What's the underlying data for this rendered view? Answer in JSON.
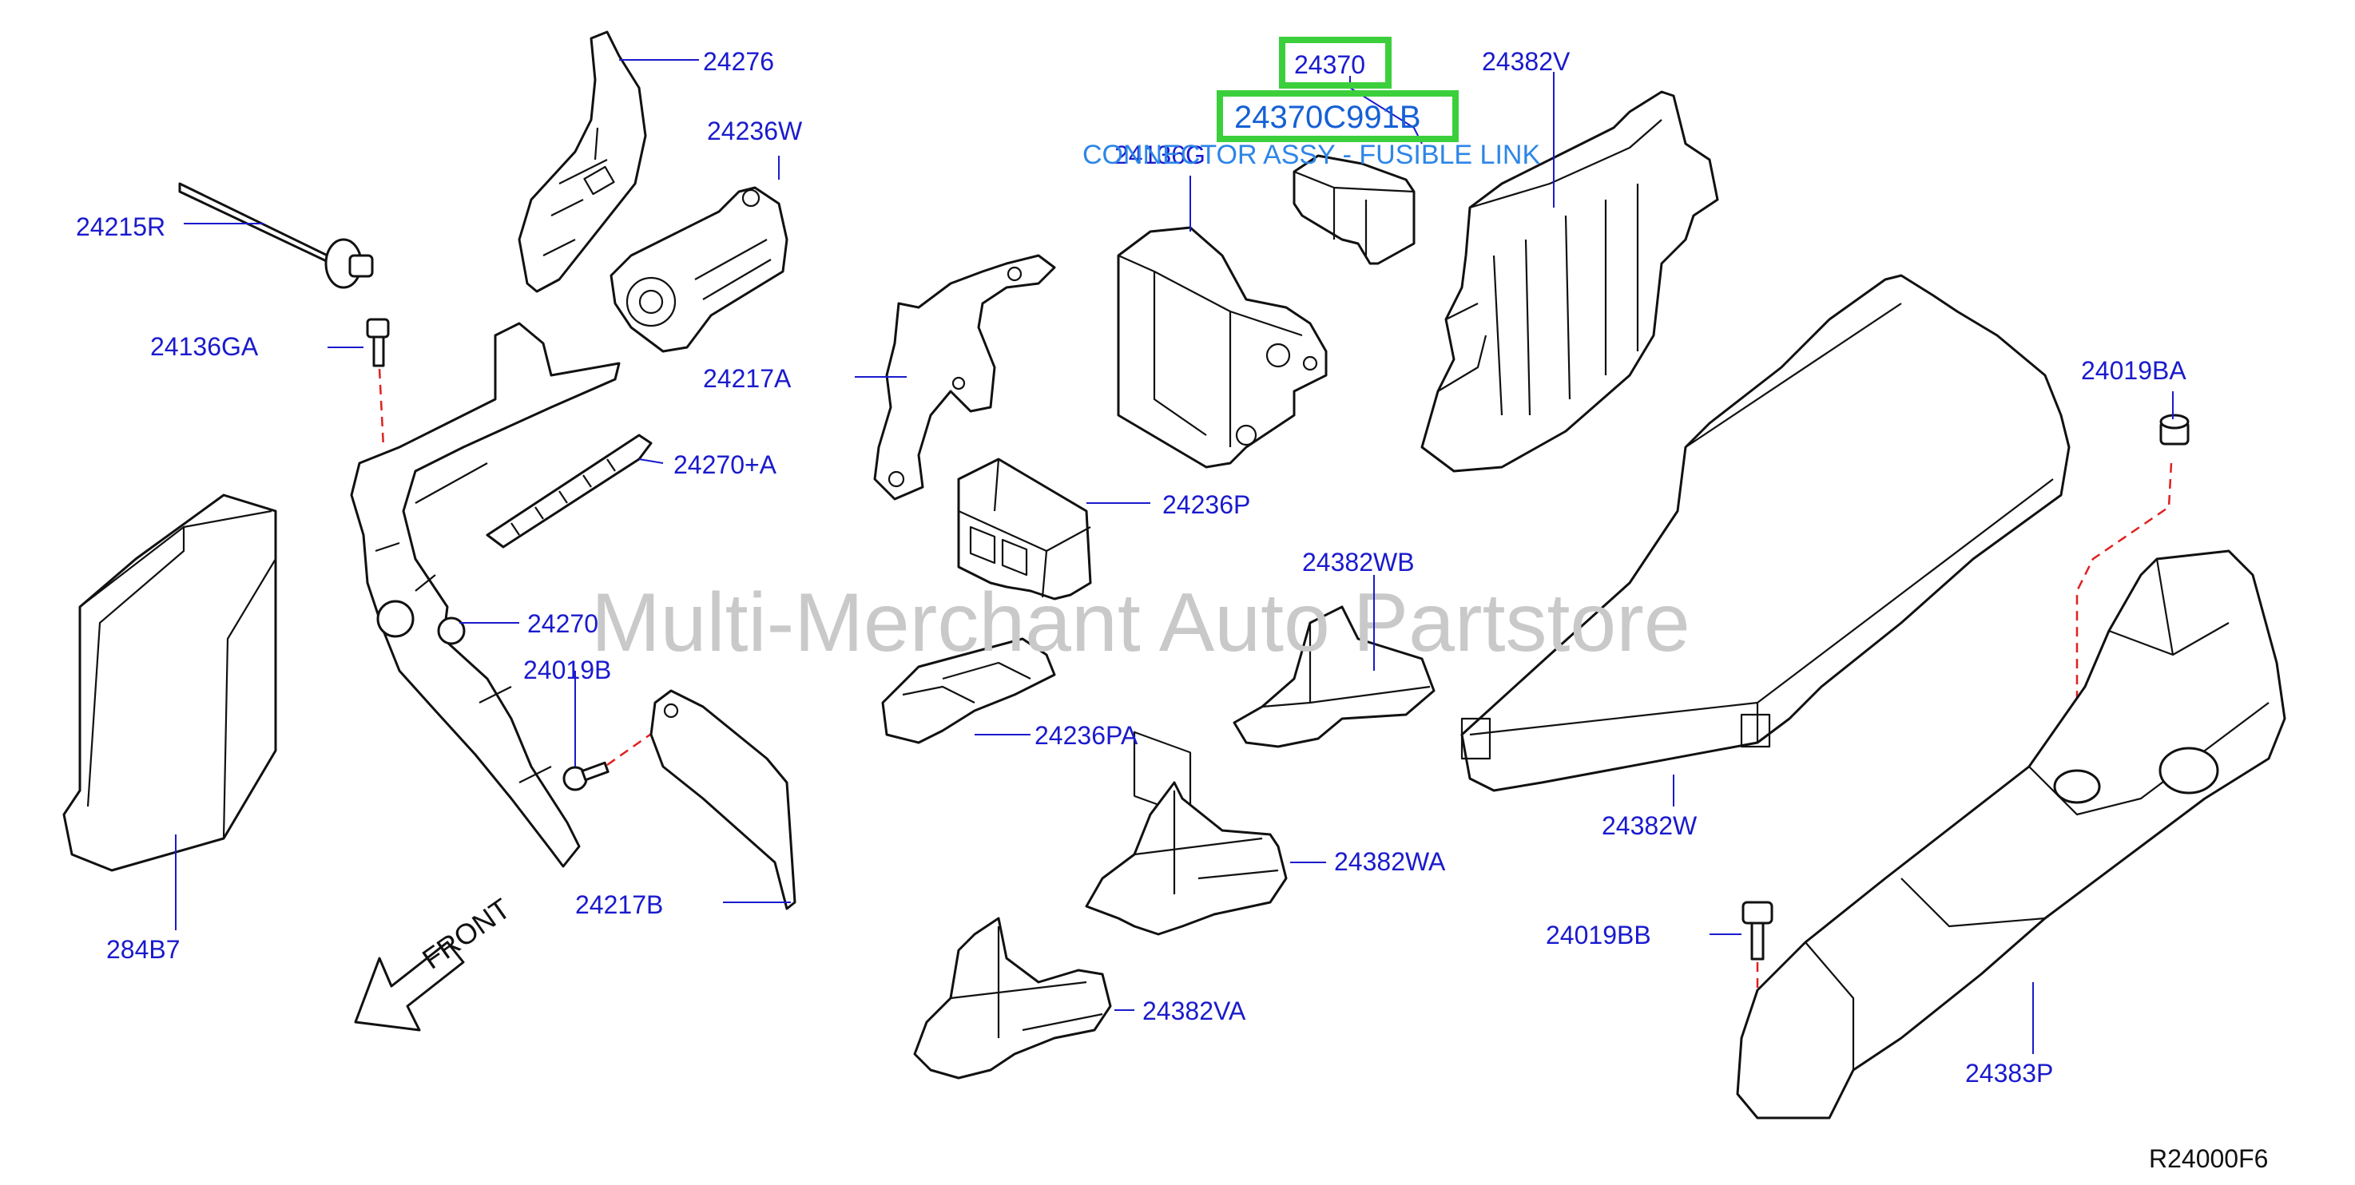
{
  "watermark": "Multi-Merchant Auto Partstore",
  "reference_code": "R24000F6",
  "front_label": "FRONT",
  "selected": {
    "part_number": "24370",
    "oem_number": "24370C991B",
    "description": "CONNECTOR ASSY - FUSIBLE LINK",
    "overlapped_label": "24136G"
  },
  "labels": {
    "p24276": "24276",
    "p24236W": "24236W",
    "p24215R": "24215R",
    "p24136GA": "24136GA",
    "p24217A": "24217A",
    "p24270A": "24270+A",
    "p24236P": "24236P",
    "p24270": "24270",
    "p24019B": "24019B",
    "p24236PA": "24236PA",
    "p24217B": "24217B",
    "p284B7": "284B7",
    "p24382V": "24382V",
    "p24019BA": "24019BA",
    "p24382WB": "24382WB",
    "p24382W": "24382W",
    "p24382WA": "24382WA",
    "p24382VA": "24382VA",
    "p24019BB": "24019BB",
    "p24383P": "24383P"
  },
  "colors": {
    "label": "#1a1acd",
    "highlight": "#3ccf3c",
    "description": "#2d86e6",
    "alignment_line": "#e02020",
    "watermark": "#c9c9c9"
  }
}
